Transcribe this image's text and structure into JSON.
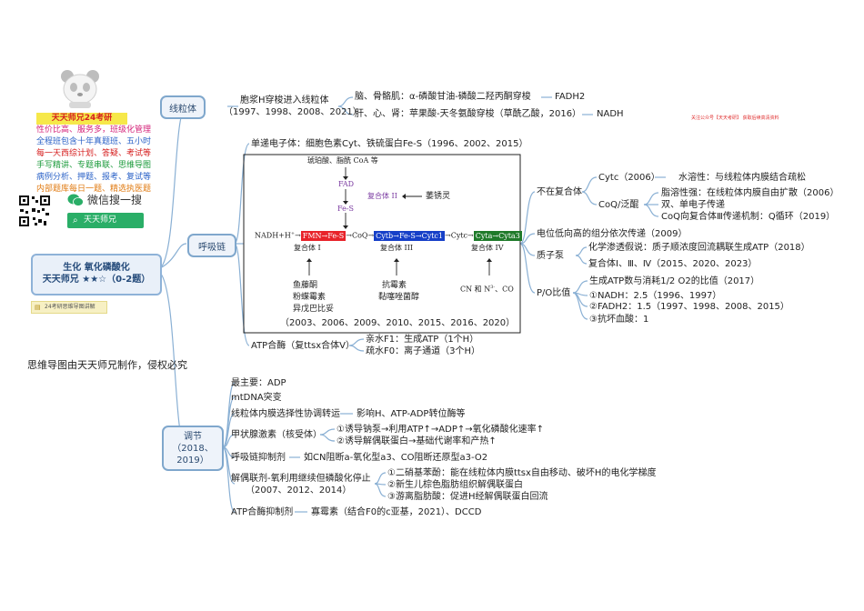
{
  "left": {
    "promo_title": "天天师兄24考研",
    "promo_lines": [
      {
        "text": "性价比高、服务多，班级化管理",
        "color": "#d4237a"
      },
      {
        "text": "全程班包含十年真题班、五小时",
        "color": "#2b62c7"
      },
      {
        "text": "每一天西综计划、答疑、考试等",
        "color": "#d62020"
      },
      {
        "text": "手写精讲、专题串联、思维导图",
        "color": "#1a9a3a"
      },
      {
        "text": "病例分析、押题、报考、复试等",
        "color": "#2b62c7"
      },
      {
        "text": "内部题库每日一题、精选执医题",
        "color": "#e07a10"
      }
    ],
    "wechat_label": "微信搜一搜",
    "search_text": "天天师兄",
    "center_title": "生化 氧化磷酸化",
    "center_sub": "天天师兄 ★★☆（0-2题）",
    "tag_text": "24考研思维导图讲解",
    "footer_note": "思维导图由天天师兄制作，侵权必究"
  },
  "top_right_note": "关注公众号【天天考研】 获取后续高清资料",
  "mito": {
    "label": "线粒体",
    "shuttle": "胞浆H穿梭进入线粒体",
    "shuttle_years": "（1997、1998、2008、2021）",
    "row1": "脑、骨骼肌：α-磷酸甘油-磷酸二羟丙酮穿梭",
    "row1_result": "FADH2",
    "row2": "肝、心、肾：苹果酸-天冬氨酸穿梭（草酰乙酸，2016）",
    "row2_result": "NADH"
  },
  "chain": {
    "label": "呼吸链",
    "single_e": "单递电子体：细胞色素Cyt、铁硫蛋白Fe-S（1996、2002、2015）",
    "diagram": {
      "top_sources": "琥珀酸、脂酰 CoA 等",
      "fad": "FAD",
      "fes": "Fe-S",
      "complex2": "复合体 II",
      "complex2_inhib": "萎锈灵",
      "nadh": "NADH+H",
      "plus": "+",
      "fmn": "FMN→Fe-S",
      "coq": "→CoQ→",
      "cytb": "Cytb→Fe-S→Cytc1",
      "cytc": "→Cytc→",
      "cyta": "Cyta→Cyta3",
      "complex1": "复合体 I",
      "complex3": "复合体 III",
      "complex4": "复合体 IV",
      "inhib1": [
        "鱼藤酮",
        "粉蝶霉素",
        "异戊巴比妥"
      ],
      "inhib3": [
        "抗霉素",
        "黏噻唑菌醇"
      ],
      "inhib4": "CN 和 N",
      "inhib4_sup": "3-",
      "inhib4_tail": "、CO",
      "years": "（2003、2006、2009、2010、2015、2016、2020）"
    },
    "atp_synthase": "ATP合酶（复ttsx合体Ⅴ）",
    "f1": "亲水F1：生成ATP（1个H）",
    "f0": "疏水F0：离子通道（3个H）",
    "not_in_complex": "不在复合体",
    "cytc_year": "Cytc（2006）",
    "cytc_desc": "水溶性：与线粒体内膜结合疏松",
    "coq": "CoQ/泛醌",
    "coq_desc": [
      "脂溶性强：在线粒体内膜自由扩散（2006）",
      "双、单电子传递",
      "CoQ向复合体Ⅲ传递机制：Q循环（2019）"
    ],
    "potential": "电位低向高的组分依次传递（2009）",
    "proton_pump": "质子泵",
    "pump_rows": [
      "化学渗透假说：质子顺浓度回流耦联生成ATP（2018）",
      "复合体Ⅰ、Ⅲ、Ⅳ（2015、2020、2023）"
    ],
    "po": "P/O比值",
    "po_rows": [
      "生成ATP数与消耗1/2 O2的比值（2017）",
      "①NADH：2.5（1996、1997）",
      "②FADH2：1.5（1997、1998、2008、2015）",
      "③抗坏血酸：1"
    ]
  },
  "regulation": {
    "label_line1": "调节",
    "label_line2": "（2018、",
    "label_line3": "2019）",
    "item1": "最主要：ADP",
    "item2": "mtDNA突变",
    "item3": "线粒体内膜选择性协调转运",
    "item3_result": "影响H、ATP-ADP转位酶等",
    "item4": "甲状腺激素（核受体）",
    "item4_rows": [
      "①诱导钠泵→利用ATP↑→ADP↑→氧化磷酸化速率↑",
      "②诱导解偶联蛋白→基础代谢率和产热↑"
    ],
    "item5": "呼吸链抑制剂",
    "item5_result": "如CN阻断a-氧化型a3、CO阻断还原型a3-O2",
    "item6": "解偶联剂-氧利用继续但磷酸化停止",
    "item6_years": "（2007、2012、2014）",
    "item6_rows": [
      "①二硝基苯酚：能在线粒体内膜ttsx自由移动、破坏H的电化学梯度",
      "②新生儿棕色脂肪组织解偶联蛋白",
      "③游离脂肪酸：促进H经解偶联蛋白回流"
    ],
    "item7": "ATP合酶抑制剂",
    "item7_result": "寡霉素（结合F0的c亚基，2021）、DCCD"
  },
  "colors": {
    "branch": "#7fa7cc",
    "red_box": "#e8232a",
    "blue_box": "#1640c8",
    "green_box": "#1f7a2a",
    "complex2_purple": "#7a3aa0"
  }
}
